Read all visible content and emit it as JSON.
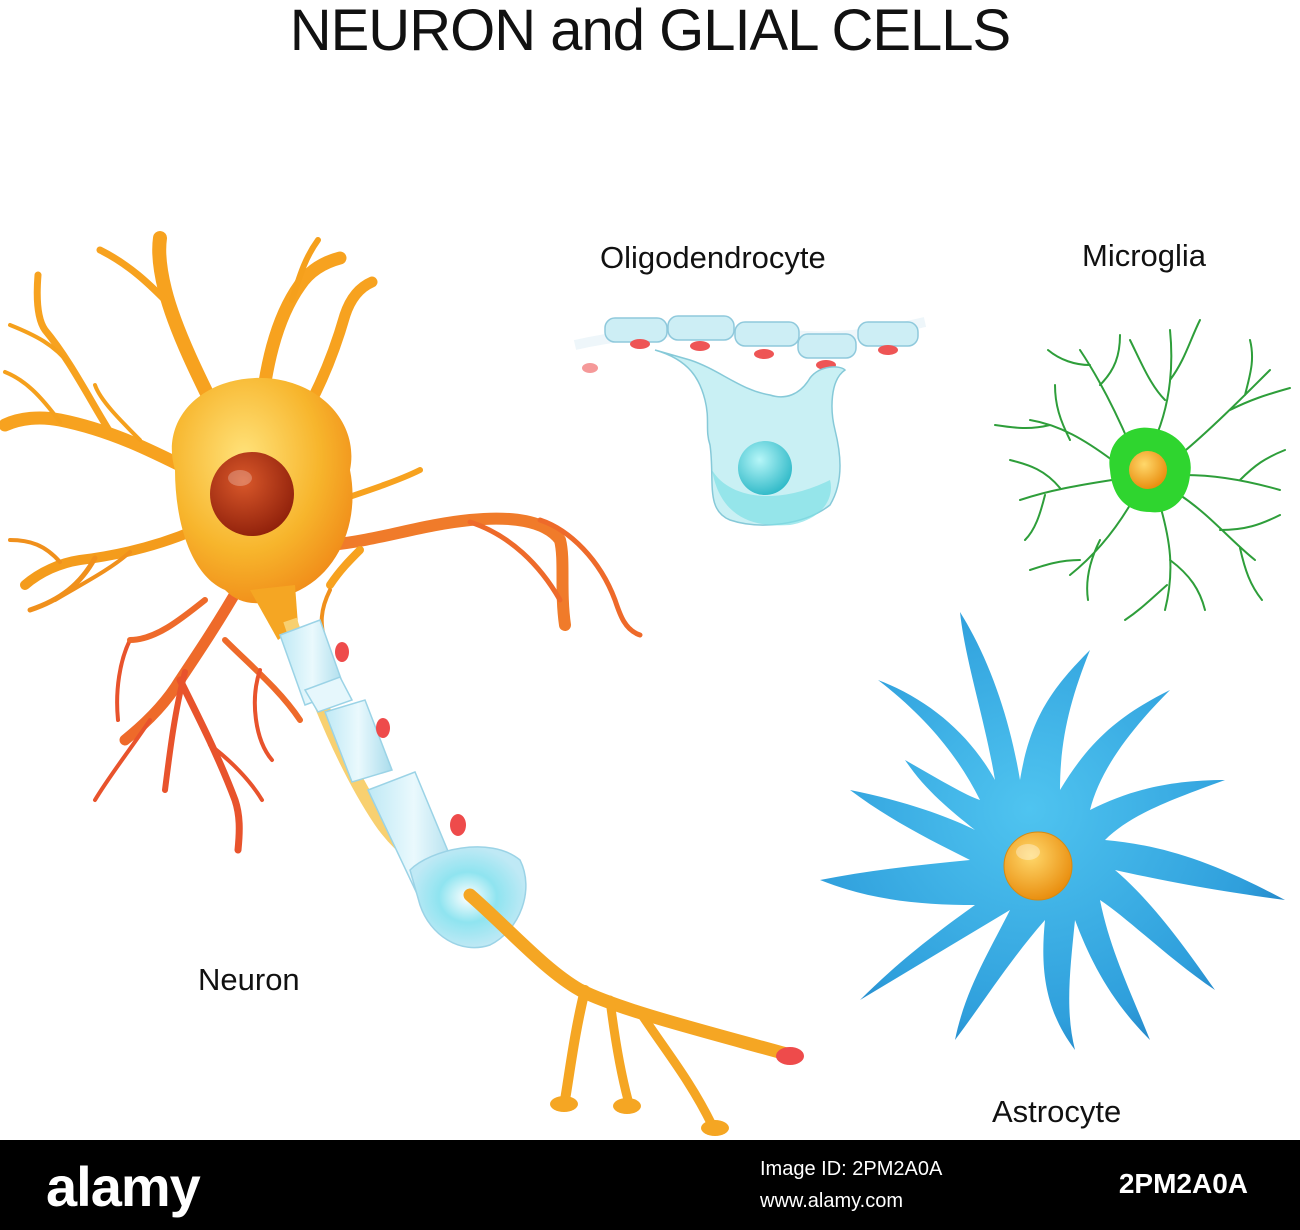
{
  "title": "NEURON and GLIAL CELLS",
  "labels": {
    "neuron": "Neuron",
    "oligodendrocyte": "Oligodendrocyte",
    "microglia": "Microglia",
    "astrocyte": "Astrocyte"
  },
  "colors": {
    "neuron_body": "#f5a623",
    "neuron_nucleus": "#b5300f",
    "dendrite_tip": "#e8453c",
    "myelin": "#cdeef5",
    "oligo_body": "#bfeef2",
    "microglia_body": "#2fd52f",
    "astrocyte_body": "#35b4e8",
    "glia_nucleus": "#f29a0c"
  },
  "footer": {
    "brand": "alamy",
    "image_id": "Image ID: 2PM2A0A",
    "site": "www.alamy.com",
    "code": "2PM2A0A"
  }
}
